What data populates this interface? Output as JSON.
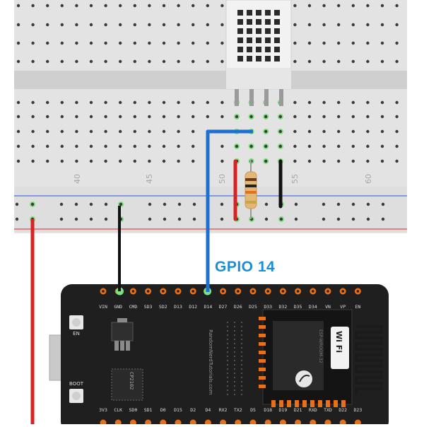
{
  "breadboard": {
    "column_labels": [
      "40",
      "45",
      "50",
      "55",
      "60"
    ]
  },
  "annotation": {
    "gpio_label": "GPIO 14"
  },
  "board": {
    "top_pins": [
      "VIN",
      "GND",
      "CMD",
      "SD3",
      "SD2",
      "D13",
      "D12",
      "D14",
      "D27",
      "D26",
      "D25",
      "D33",
      "D32",
      "D35",
      "D34",
      "VN",
      "VP",
      "EN"
    ],
    "bottom_pins": [
      "3V3",
      "CLK",
      "SD0",
      "SD1",
      "D0",
      "D15",
      "D2",
      "D4",
      "RX2",
      "TX2",
      "D5",
      "D18",
      "D19",
      "D21",
      "RXD",
      "TXD",
      "D22",
      "D23"
    ],
    "en_label": "EN",
    "boot_label": "BOOT",
    "chip_label": "CP2102",
    "vertical_text": "RandomNerdTutorials.com",
    "module_text": "ESP-WROOM-32",
    "wifi_text": "Wi Fi"
  },
  "colors": {
    "board": "#1f1f1f",
    "wire_blue": "#1e6fd1",
    "wire_red": "#d62424",
    "wire_black": "#111111",
    "accent_label": "#1a8fd6",
    "rail_blue": "#4a6fe0",
    "rail_red": "#e04b4b",
    "pin_orange": "#e8701a"
  }
}
